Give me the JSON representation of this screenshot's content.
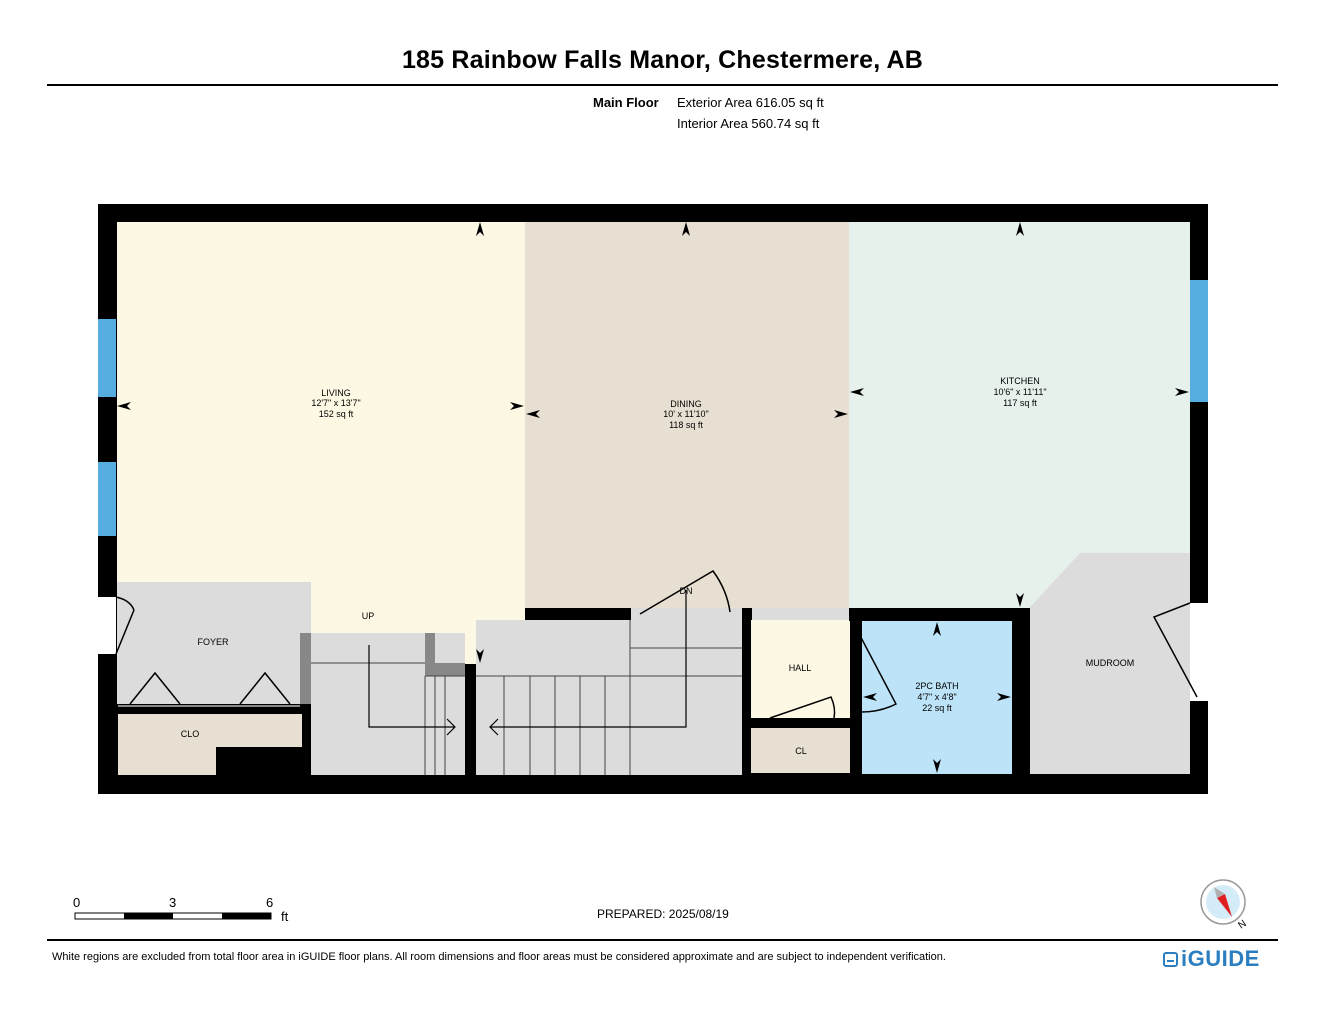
{
  "title": "185 Rainbow Falls Manor, Chestermere, AB",
  "floor": {
    "name": "Main Floor",
    "exterior_area": "Exterior Area 616.05 sq ft",
    "interior_area": "Interior Area 560.74 sq ft"
  },
  "rooms": {
    "living": {
      "name": "LIVING",
      "dims": "12'7\" x 13'7\"",
      "area": "152 sq ft"
    },
    "dining": {
      "name": "DINING",
      "dims": "10' x 11'10\"",
      "area": "118 sq ft"
    },
    "kitchen": {
      "name": "KITCHEN",
      "dims": "10'6\" x 11'11\"",
      "area": "117 sq ft"
    },
    "bath": {
      "name": "2PC BATH",
      "dims": "4'7\" x 4'8\"",
      "area": "22 sq ft"
    },
    "foyer": {
      "name": "FOYER"
    },
    "clo": {
      "name": "CLO"
    },
    "hall": {
      "name": "HALL"
    },
    "cl": {
      "name": "CL"
    },
    "mudroom": {
      "name": "MUDROOM"
    },
    "up": "UP",
    "dn": "DN"
  },
  "colors": {
    "living": "#fdf8e4",
    "dining": "#e7dfd1",
    "kitchen": "#e6f1ec",
    "bath": "#bde3f8",
    "hall": "#fdf8e4",
    "closet": "#e7dfd1",
    "grey": "#dcdcdc",
    "window": "#56aee0",
    "wall": "#000000"
  },
  "scale": {
    "ticks": [
      "0",
      "3",
      "6"
    ],
    "unit": "ft"
  },
  "prepared": "PREPARED: 2025/08/19",
  "compass": "N",
  "disclaimer": "White regions are excluded from total floor area in iGUIDE floor plans. All room dimensions and floor areas must be considered approximate and are subject to independent verification.",
  "logo": "iGUIDE"
}
